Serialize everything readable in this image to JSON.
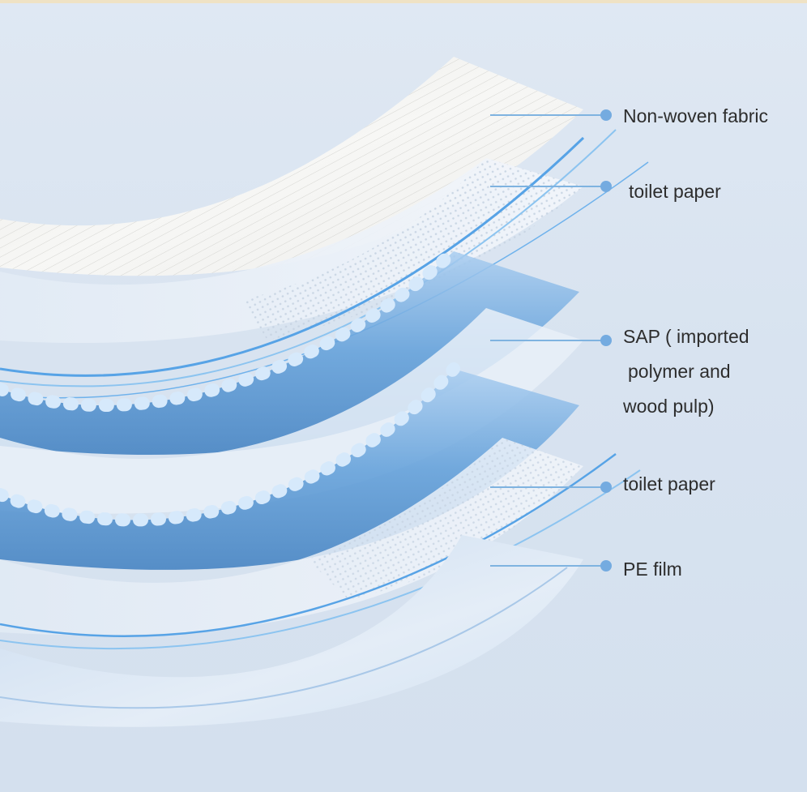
{
  "labels": {
    "non_woven": "Non-woven fabric",
    "toilet_paper_top": "toilet paper",
    "sap_line1": "SAP ( imported",
    "sap_line2": "polymer and",
    "sap_line3": "wood pulp)",
    "toilet_paper_bottom": "toilet paper",
    "pe_film": "PE film"
  },
  "colors": {
    "background": "#dde6f2",
    "leader": "#7fb3e0",
    "dot": "#74abe0",
    "tube": "#5b9bd8",
    "fabric": "#f4f4f2",
    "film": "#dbe7f4"
  }
}
